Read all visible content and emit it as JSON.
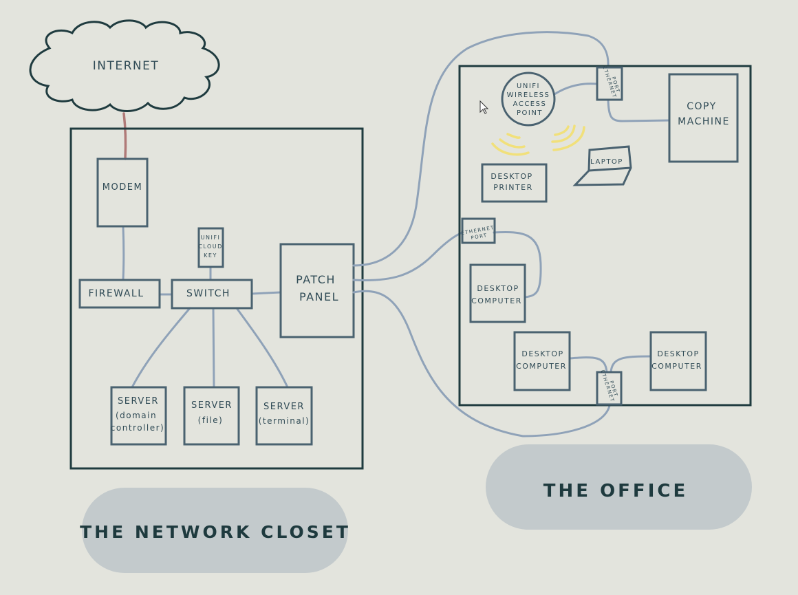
{
  "colors": {
    "background": "#e3e4dd",
    "device_stroke": "#4a6270",
    "zone_stroke": "#1f3b3f",
    "wire": "#8fa2b8",
    "internet_link": "#b07a78",
    "wifi": "#f1e07a",
    "pill": "#c3cacc"
  },
  "labels": {
    "internet": "INTERNET",
    "modem": "MODEM",
    "firewall": "FIREWALL",
    "switch": "SWITCH",
    "cloud_key": [
      "UNIFI",
      "CLOUD",
      "KEY"
    ],
    "patch_panel": [
      "PATCH",
      "PANEL"
    ],
    "server_dc": [
      "SERVER",
      "(domain",
      "controller)"
    ],
    "server_file": [
      "SERVER",
      "(file)"
    ],
    "server_terminal": [
      "SERVER",
      "(terminal)"
    ],
    "network_closet": "THE NETWORK CLOSET",
    "office": "THE OFFICE",
    "access_point": [
      "UNIFI",
      "WIRELESS",
      "ACCESS",
      "POINT"
    ],
    "ethernet_port": [
      "ETHERNET",
      "PORT"
    ],
    "copy_machine": [
      "COPY",
      "MACHINE"
    ],
    "laptop": "LAPTOP",
    "desktop_printer": [
      "DESKTOP",
      "PRINTER"
    ],
    "desktop_computer": [
      "DESKTOP",
      "COMPUTER"
    ]
  },
  "icons": {
    "cloud": "cloud-icon",
    "wifi": "wifi-signal-icon",
    "cursor": "mouse-cursor-icon"
  }
}
